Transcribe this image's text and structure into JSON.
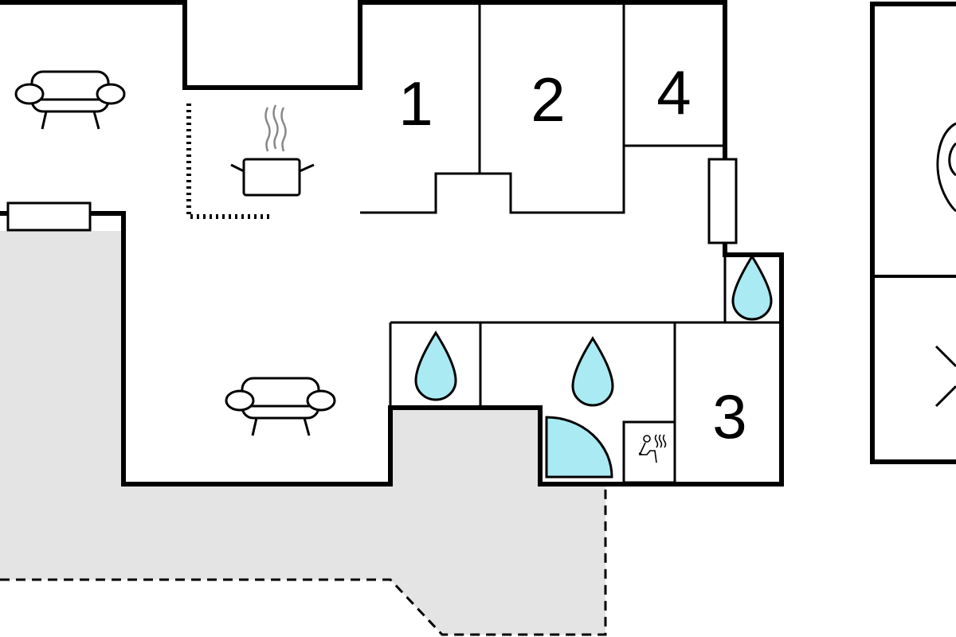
{
  "rooms": {
    "room_1": "1",
    "room_2": "2",
    "room_3": "3",
    "room_4": "4"
  },
  "colors": {
    "water": "#a9eaf3",
    "terrace": "#e4e4e4",
    "wall": "#000000"
  }
}
